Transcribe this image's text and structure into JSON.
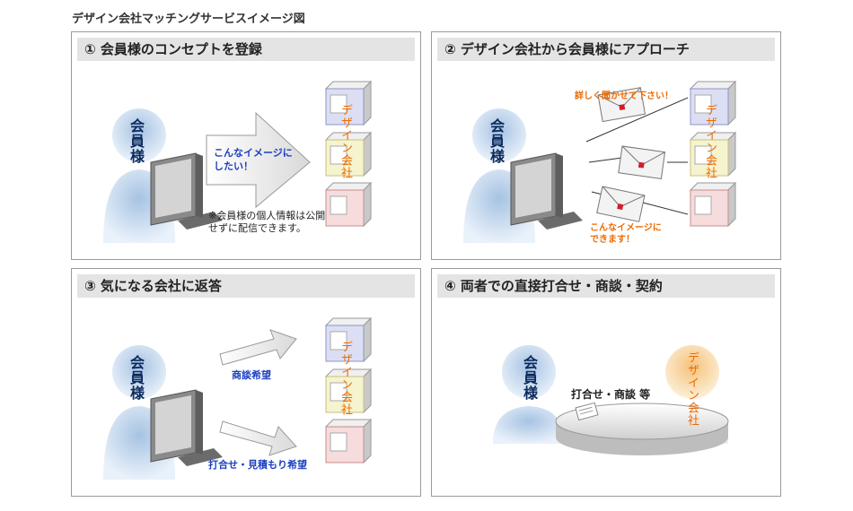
{
  "page_title": "デザイン会社マッチングサービスイメージ図",
  "member_label": "会員様",
  "company_label": "デザイン会社",
  "panels": [
    {
      "title": "① 会員様のコンセプトを登録",
      "bubble": "こんなイメージにしたい！",
      "note": "※会員様の個人情報は公開せずに配信できます。"
    },
    {
      "title": "② デザイン会社から会員様にアプローチ",
      "top_msg": "詳しく聞かせて下さい！",
      "bottom_msg": "こんなイメージにできます！"
    },
    {
      "title": "③ 気になる会社に返答",
      "arrow1": "商談希望",
      "arrow2": "打合せ・見積もり希望"
    },
    {
      "title": "④ 両者での直接打合せ・商談・契約",
      "meeting": "打合せ・商談 等"
    }
  ],
  "colors": {
    "member_blue": "#7fa6cf",
    "company_orange": "#ee6a00",
    "label_blue": "#1c3fc0",
    "box_blue": "#dcdff4",
    "box_yellow": "#f6f3cf",
    "box_pink": "#f6dcdc"
  }
}
